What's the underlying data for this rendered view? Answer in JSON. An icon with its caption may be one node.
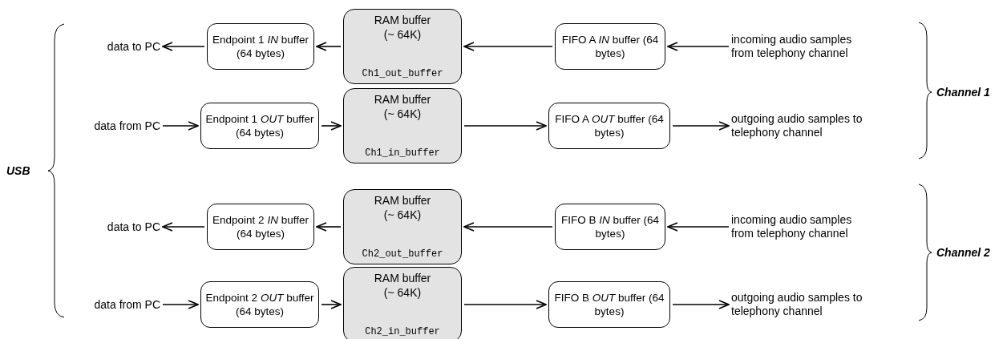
{
  "diagram": {
    "nodes": [
      {
        "text": [
          "data to PC"
        ]
      },
      {
        "text": [
          "Endpoint 1 *IN* buffer (64 bytes)"
        ]
      },
      {
        "text": [
          "RAM buffer (~ 64K)",
          "Ch1_out_buffer"
        ]
      },
      {
        "text": [
          "FIFO A *IN* buffer (64 bytes)"
        ]
      },
      {
        "text": [
          "incoming audio samples from telephony channel"
        ]
      },
      {
        "text": [
          "data from PC"
        ]
      },
      {
        "text": [
          "Endpoint 1 *OUT* buffer (64 bytes)"
        ]
      },
      {
        "text": [
          "RAM buffer (~ 64K)",
          "Ch1_in_buffer"
        ]
      },
      {
        "text": [
          "FIFO A *OUT* buffer (64 bytes)"
        ]
      },
      {
        "text": [
          "outgoing audio samples to telephony channel"
        ]
      },
      {
        "text": [
          "data to PC"
        ]
      },
      {
        "text": [
          "Endpoint 2 *IN* buffer (64 bytes)"
        ]
      },
      {
        "text": [
          "RAM buffer (~ 64K)",
          "Ch2_out_buffer"
        ]
      },
      {
        "text": [
          "FIFO B *IN* buffer (64 bytes)"
        ]
      },
      {
        "text": [
          "incoming audio samples from telephony channel"
        ]
      },
      {
        "text": [
          "data from PC"
        ]
      },
      {
        "text": [
          "Endpoint 2 *OUT* buffer (64 bytes)"
        ]
      },
      {
        "text": [
          "RAM buffer (~ 64K)",
          "Ch2_in_buffer"
        ]
      },
      {
        "text": [
          "FIFO B *OUT* buffer (64 bytes)"
        ]
      },
      {
        "text": [
          "outgoing audio samples to telephony channel"
        ]
      }
    ],
    "edges": [
      {
        "from": 4,
        "to": 3,
        "arrow": "to"
      },
      {
        "from": 3,
        "to": 2,
        "arrow": "to"
      },
      {
        "from": 2,
        "to": 1,
        "arrow": "to"
      },
      {
        "from": 1,
        "to": 0,
        "arrow": "to"
      },
      {
        "from": 5,
        "to": 6,
        "arrow": "to"
      },
      {
        "from": 6,
        "to": 7,
        "arrow": "to"
      },
      {
        "from": 7,
        "to": 8,
        "arrow": "to"
      },
      {
        "from": 8,
        "to": 9,
        "arrow": "to"
      },
      {
        "from": 14,
        "to": 13,
        "arrow": "to"
      },
      {
        "from": 13,
        "to": 12,
        "arrow": "to"
      },
      {
        "from": 12,
        "to": 11,
        "arrow": "to"
      },
      {
        "from": 11,
        "to": 10,
        "arrow": "to"
      },
      {
        "from": 15,
        "to": 16,
        "arrow": "to"
      },
      {
        "from": 16,
        "to": 17,
        "arrow": "to"
      },
      {
        "from": 17,
        "to": 18,
        "arrow": "to"
      },
      {
        "from": 18,
        "to": 19,
        "arrow": "to"
      }
    ],
    "labels": [
      "Channel 1",
      "USB",
      "Channel 2"
    ]
  }
}
